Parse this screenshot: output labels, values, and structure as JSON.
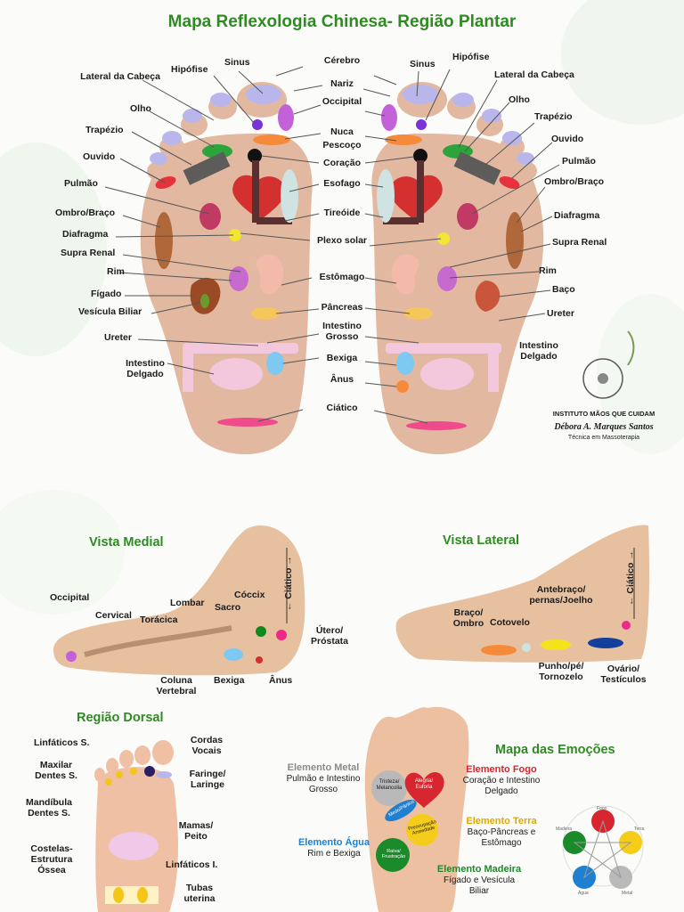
{
  "title": "Mapa Reflexologia Chinesa- Região Plantar",
  "plantar": {
    "left": {
      "lateral_cabeca": "Lateral da Cabeça",
      "hipofise": "Hipófise",
      "sinus": "Sinus",
      "olho": "Olho",
      "trapezio": "Trapézio",
      "ouvido": "Ouvido",
      "pulmao": "Pulmão",
      "ombro_braco": "Ombro/Braço",
      "diafragma": "Diafragma",
      "supra_renal": "Supra Renal",
      "rim": "Rim",
      "figado": "Fígado",
      "vesicula": "Vesícula Biliar",
      "ureter": "Ureter",
      "intestino_delgado": "Intestino\nDelgado"
    },
    "center": {
      "cerebro": "Cérebro",
      "nariz": "Nariz",
      "occipital": "Occipital",
      "nuca": "Nuca",
      "pescoco": "Pescoço",
      "coracao": "Coração",
      "esofago": "Esofago",
      "tireoide": "Tireóide",
      "plexo_solar": "Plexo solar",
      "estomago": "Estômago",
      "pancreas": "Pâncreas",
      "intestino_grosso": "Intestino\nGrosso",
      "bexiga": "Bexiga",
      "anus": "Ânus",
      "ciatico": "Ciático"
    },
    "right": {
      "sinus": "Sinus",
      "hipofise": "Hipófise",
      "lateral_cabeca": "Lateral da Cabeça",
      "olho": "Olho",
      "trapezio": "Trapézio",
      "ouvido": "Ouvido",
      "pulmao": "Pulmão",
      "ombro_braco": "Ombro/Braço",
      "diafragma": "Diafragma",
      "supra_renal": "Supra Renal",
      "rim": "Rim",
      "baco": "Baço",
      "ureter": "Ureter",
      "intestino_delgado": "Intestino\nDelgado"
    }
  },
  "logo": {
    "institute": "INSTITUTO MÃOS QUE CUIDAM",
    "name": "Débora A. Marques Santos",
    "role": "Técnica em Massoterapia"
  },
  "medial": {
    "title": "Vista Medial",
    "occipital": "Occipital",
    "cervical": "Cervical",
    "toracica": "Torácica",
    "lombar": "Lombar",
    "sacro": "Sacro",
    "coccix": "Cóccix",
    "ciatico": "← Ciático →",
    "utero": "Útero/\nPróstata",
    "coluna": "Coluna\nVertebral",
    "bexiga": "Bexiga",
    "anus": "Ânus"
  },
  "lateral": {
    "title": "Vista Lateral",
    "antebraco": "Antebraço/\npernas/Joelho",
    "ciatico": "← Ciático →",
    "braco": "Braço/\nOmbro",
    "cotovelo": "Cotovelo",
    "punho": "Punho/pé/\nTornozelo",
    "ovario": "Ovário/\nTestículos"
  },
  "dorsal": {
    "title": "Região Dorsal",
    "linfaticos_s": "Linfáticos S.",
    "cordas": "Cordas\nVocais",
    "maxilar": "Maxilar\nDentes S.",
    "faringe": "Faringe/\nLaringe",
    "mandibula": "Mandíbula\nDentes S.",
    "mamas": "Mamas/\nPeito",
    "costelas": "Costelas-\nEstrutura\nÓssea",
    "linfaticos_i": "Linfáticos I.",
    "tubas": "Tubas\nuterina"
  },
  "emocoes": {
    "title": "Mapa das Emoções",
    "metal_title": "Elemento Metal",
    "metal_org": "Pulmão e Intestino\nGrosso",
    "fogo_title": "Elemento Fogo",
    "fogo_org": "Coração e Intestino\nDelgado",
    "agua_title": "Elemento Água",
    "agua_org": "Rim e Bexiga",
    "terra_title": "Elemento Terra",
    "terra_org": "Baço-Pâncreas e\nEstômago",
    "madeira_title": "Elemento Madeira",
    "madeira_org": "Fígado e Vesícula\nBiliar",
    "tristeza": "Tristeza/\nMelancolia",
    "alegria": "Alegria/\nEuforia",
    "medo": "Medo/Pânico",
    "preocupacao": "Preocupação\nAnsiedade",
    "raiva": "Raiva/\nFrustração",
    "colors": {
      "metal": "#b9b9b9",
      "fogo": "#d7262f",
      "agua": "#1f7fd1",
      "terra": "#f5cc1a",
      "madeira": "#1a8a2a"
    },
    "wheel": {
      "fogo": "Fogo",
      "terra": "Terra",
      "metal": "Metal",
      "agua": "Água",
      "madeira": "Madeira"
    }
  }
}
